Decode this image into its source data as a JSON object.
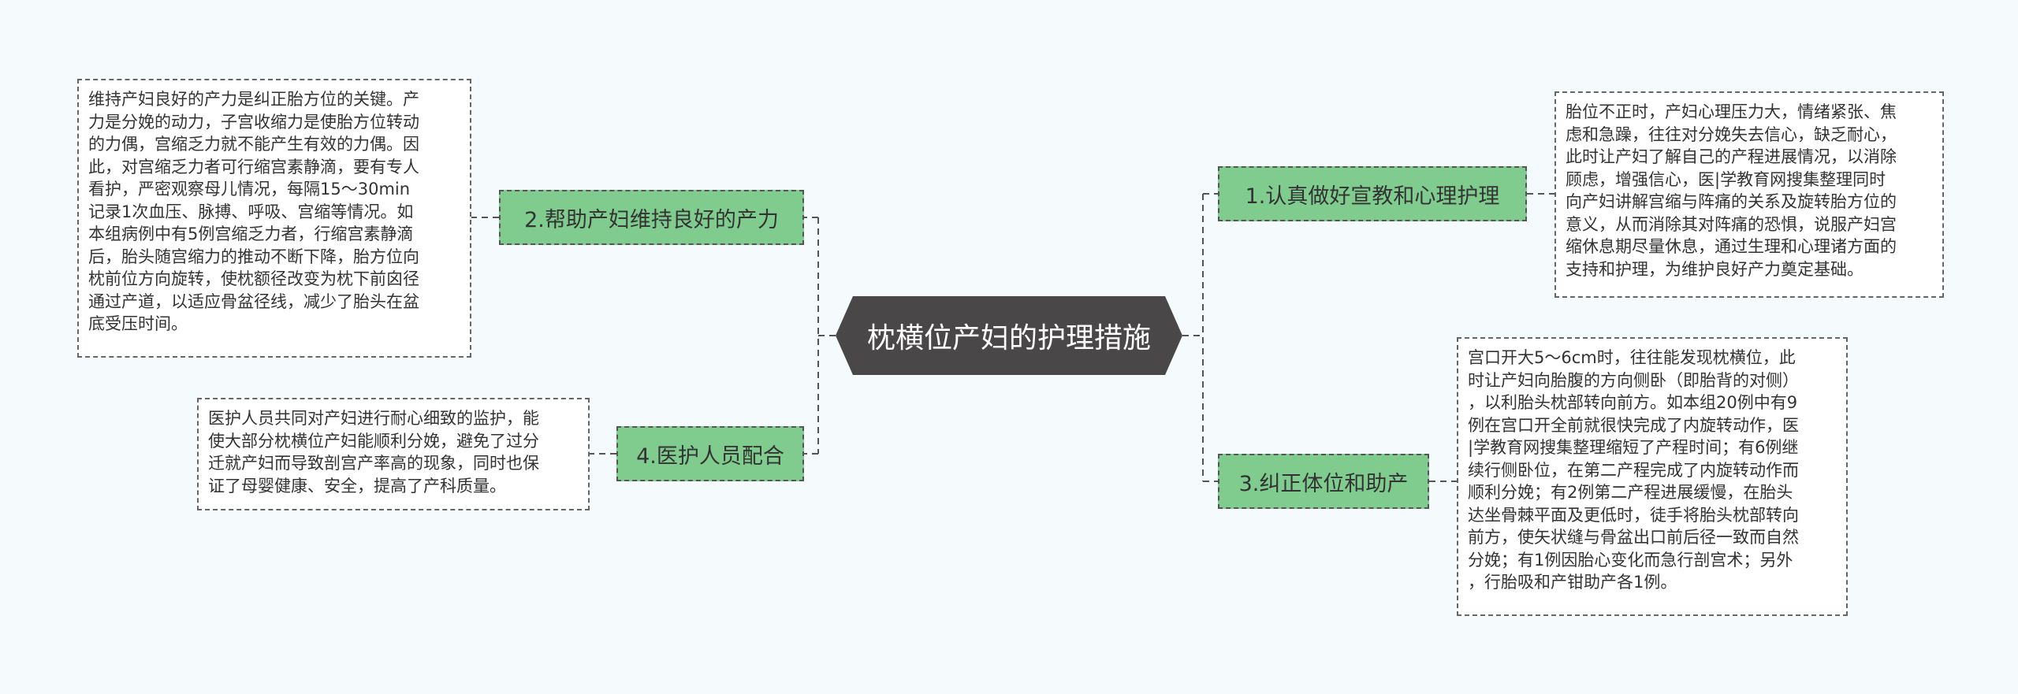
{
  "center": {
    "title": "枕横位产妇的护理措施"
  },
  "branches": [
    {
      "label": "1.认真做好宣教和心理护理",
      "text": "胎位不正时，产妇心理压力大，情绪紧张、焦\n虑和急躁，往往对分娩失去信心，缺乏耐心，\n此时让产妇了解自己的产程进展情况，以消除\n顾虑，增强信心，医|学教育网搜集整理同时\n向产妇讲解宫缩与阵痛的关系及旋转胎方位的\n意义，从而消除其对阵痛的恐惧，说服产妇宫\n缩休息期尽量休息，通过生理和心理诸方面的\n支持和护理，为维护良好产力奠定基础。"
    },
    {
      "label": "2.帮助产妇维持良好的产力",
      "text": "维持产妇良好的产力是纠正胎方位的关键。产\n力是分娩的动力，子宫收缩力是使胎方位转动\n的力偶，宫缩乏力就不能产生有效的力偶。因\n此，对宫缩乏力者可行缩宫素静滴，要有专人\n看护，严密观察母儿情况，每隔15～30min\n记录1次血压、脉搏、呼吸、宫缩等情况。如\n本组病例中有5例宫缩乏力者，行缩宫素静滴\n后，胎头随宫缩力的推动不断下降，胎方位向\n枕前位方向旋转，使枕额径改变为枕下前囟径\n通过产道，以适应骨盆径线，减少了胎头在盆\n底受压时间。"
    },
    {
      "label": "3.纠正体位和助产",
      "text": "宫口开大5～6cm时，往往能发现枕横位，此\n时让产妇向胎腹的方向侧卧（即胎背的对侧）\n，以利胎头枕部转向前方。如本组20例中有9\n例在宫口开全前就很快完成了内旋转动作，医\n|学教育网搜集整理缩短了产程时间；有6例继\n续行侧卧位，在第二产程完成了内旋转动作而\n顺利分娩；有2例第二产程进展缓慢，在胎头\n达坐骨棘平面及更低时，徒手将胎头枕部转向\n前方，使矢状缝与骨盆出口前后径一致而自然\n分娩；有1例因胎心变化而急行剖宫术；另外\n，行胎吸和产钳助产各1例。"
    },
    {
      "label": "4.医护人员配合",
      "text": "医护人员共同对产妇进行耐心细致的监护，能\n使大部分枕横位产妇能顺利分娩，避免了过分\n迁就产妇而导致剖宫产率高的现象，同时也保\n证了母婴健康、安全，提高了产科质量。"
    }
  ]
}
